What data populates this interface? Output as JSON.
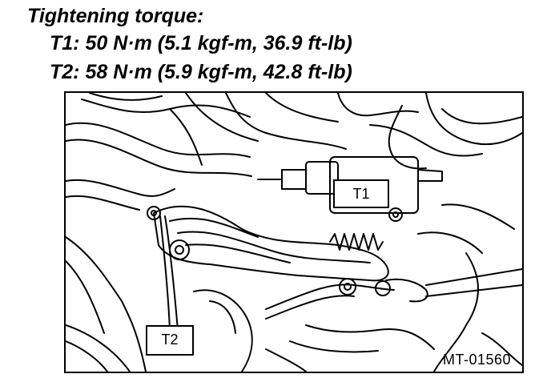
{
  "heading": {
    "title": "Tightening torque:"
  },
  "specs": [
    {
      "label": "T1: 50 N·m (5.1 kgf-m, 36.9 ft-lb)"
    },
    {
      "label": "T2: 58 N·m (5.9 kgf-m, 42.8 ft-lb)"
    }
  ],
  "figure": {
    "callouts": {
      "t1": "T1",
      "t2": "T2"
    },
    "figure_id": "MT-01560",
    "line_color": "#000000",
    "fill_color": "#ffffff"
  }
}
